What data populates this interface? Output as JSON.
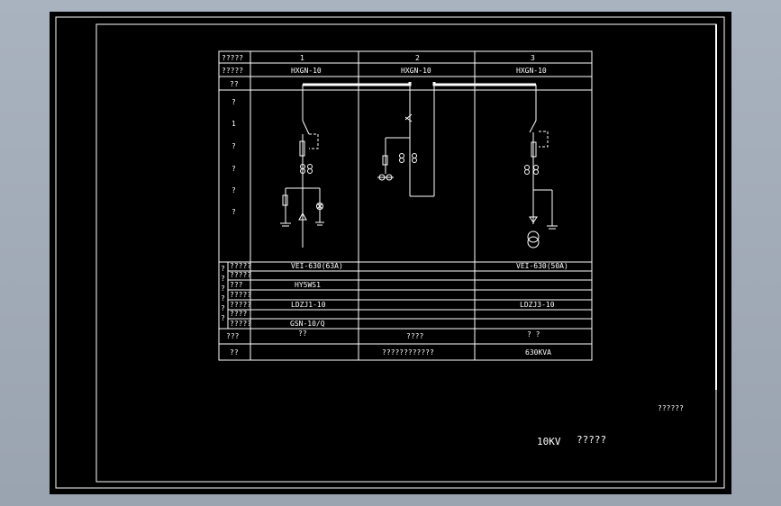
{
  "header": {
    "row_cabinet_number": "?????",
    "row_cabinet_model": "?????",
    "row_bus": "??",
    "cabinet_numbers": [
      "1",
      "2",
      "3"
    ],
    "cabinet_models": [
      "HXGN-10",
      "HXGN-10",
      "HXGN-10"
    ]
  },
  "diagram_side_labels": [
    "?",
    "1",
    "?",
    "?",
    "?",
    "?"
  ],
  "equipment": {
    "group_marks": [
      "?",
      "?",
      "?",
      "?",
      "?",
      "?"
    ],
    "rows": [
      {
        "label": "?????",
        "col1": "VEI-630(63A)",
        "col2": "",
        "col3": "VEI-630(50A)"
      },
      {
        "label": "?????",
        "col1": "",
        "col2": "",
        "col3": ""
      },
      {
        "label": "???",
        "col1": "HY5WS1",
        "col2": "",
        "col3": ""
      },
      {
        "label": "?????",
        "col1": "",
        "col2": "",
        "col3": ""
      },
      {
        "label": "?????",
        "col1": "LDZJ1-10",
        "col2": "",
        "col3": "LDZJ3-10"
      },
      {
        "label": "????",
        "col1": "",
        "col2": "",
        "col3": ""
      },
      {
        "label": "?????",
        "col1": "GSN-10/Q",
        "col2": "",
        "col3": ""
      }
    ]
  },
  "footer_rows": [
    {
      "label": "???",
      "col1": "??",
      "col2": "????",
      "col3": "?  ?"
    },
    {
      "label": "??",
      "col1": "",
      "col2": "????????????",
      "col3": "630KVA"
    }
  ],
  "title_block": {
    "drawing_number": "??????",
    "title_prefix": "10KV",
    "title_suffix": "?????"
  }
}
